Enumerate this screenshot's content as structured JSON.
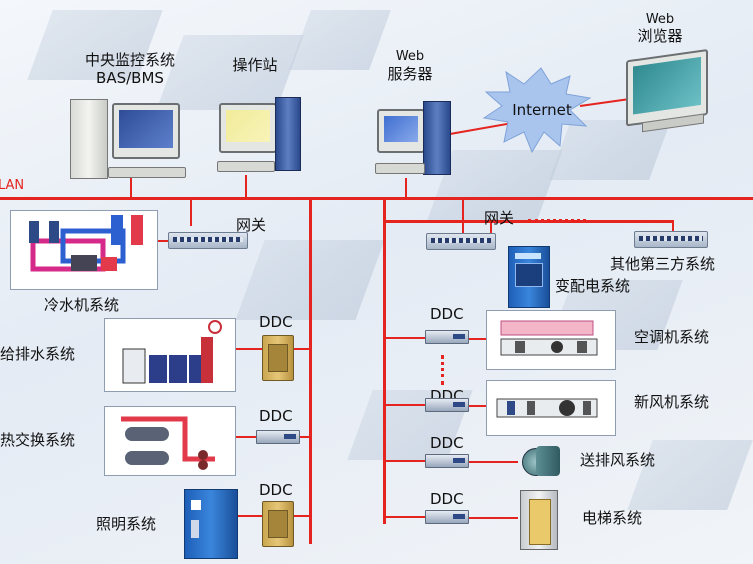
{
  "labels": {
    "central_monitor_cn": "中央监控系统",
    "central_monitor_en": "BAS/BMS",
    "operator_station": "操作站",
    "web_server_en": "Web",
    "web_server_cn": "服务器",
    "internet": "Internet",
    "web_browser_en": "Web",
    "web_browser_cn": "浏览器",
    "lan": "LAN",
    "gateway_left": "网关",
    "gateway_right": "网关",
    "chiller": "冷水机系统",
    "water_supply": "给排水系统",
    "heat_exchange": "热交换系统",
    "lighting": "照明系统",
    "substation": "变配电系统",
    "third_party": "其他第三方系统",
    "ahu": "空调机系统",
    "fresh_air": "新风机系统",
    "ventilation": "送排风系统",
    "elevator": "电梯系统",
    "ddc": "DDC"
  },
  "colors": {
    "network_line": "#e52420",
    "internet_cloud": "#a9c5ee",
    "accent_blue": "#2b4a8e"
  }
}
